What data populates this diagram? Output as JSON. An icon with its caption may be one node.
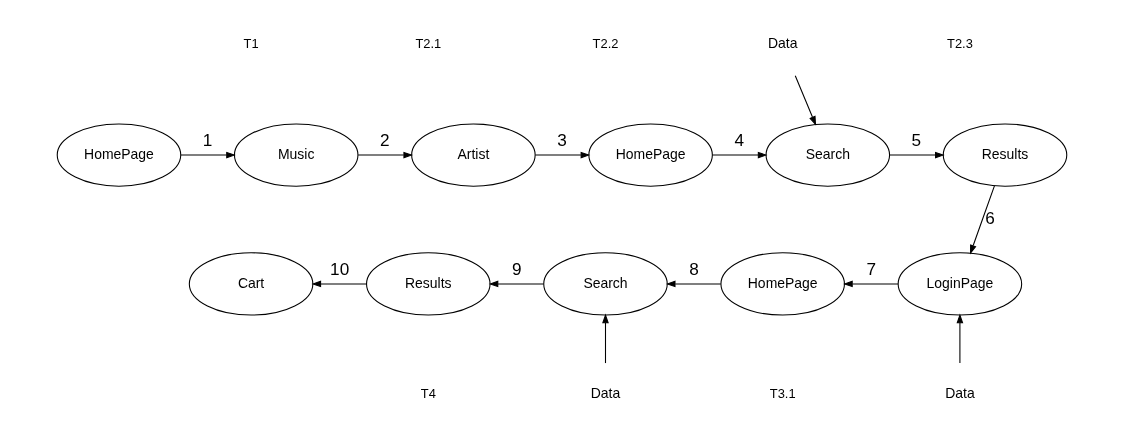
{
  "diagram": {
    "nodes": [
      {
        "text": [
          "HomePage"
        ]
      },
      {
        "text": [
          "Music"
        ]
      },
      {
        "text": [
          "Artist"
        ]
      },
      {
        "text": [
          "HomePage"
        ]
      },
      {
        "text": [
          "Search"
        ]
      },
      {
        "text": [
          "Results"
        ]
      },
      {
        "text": [
          "Cart"
        ]
      },
      {
        "text": [
          "Results"
        ]
      },
      {
        "text": [
          "Search"
        ]
      },
      {
        "text": [
          "HomePage"
        ]
      },
      {
        "text": [
          "LoginPage"
        ]
      },
      {
        "text": [
          "Data"
        ]
      },
      {
        "text": [
          "Data"
        ]
      },
      {
        "text": [
          "Data"
        ]
      }
    ],
    "edges": [
      {
        "from": 0,
        "to": 1,
        "arrow": "to",
        "label": "1"
      },
      {
        "from": 1,
        "to": 2,
        "arrow": "to",
        "label": "2"
      },
      {
        "from": 2,
        "to": 3,
        "arrow": "to",
        "label": "3"
      },
      {
        "from": 3,
        "to": 4,
        "arrow": "to",
        "label": "4"
      },
      {
        "from": 4,
        "to": 5,
        "arrow": "to",
        "label": "5"
      },
      {
        "from": 5,
        "to": 10,
        "arrow": "to",
        "label": "6"
      },
      {
        "from": 10,
        "to": 9,
        "arrow": "to",
        "label": "7"
      },
      {
        "from": 9,
        "to": 8,
        "arrow": "to",
        "label": "8"
      },
      {
        "from": 8,
        "to": 7,
        "arrow": "to",
        "label": "9"
      },
      {
        "from": 7,
        "to": 6,
        "arrow": "to",
        "label": "10"
      },
      {
        "from": 11,
        "to": 4,
        "arrow": "to"
      },
      {
        "from": 12,
        "to": 8,
        "arrow": "to"
      },
      {
        "from": 13,
        "to": 10,
        "arrow": "to"
      }
    ],
    "labels": [
      "T1",
      "T2.1",
      "T2.2",
      "T2.3",
      "T4",
      "T3.1"
    ]
  }
}
